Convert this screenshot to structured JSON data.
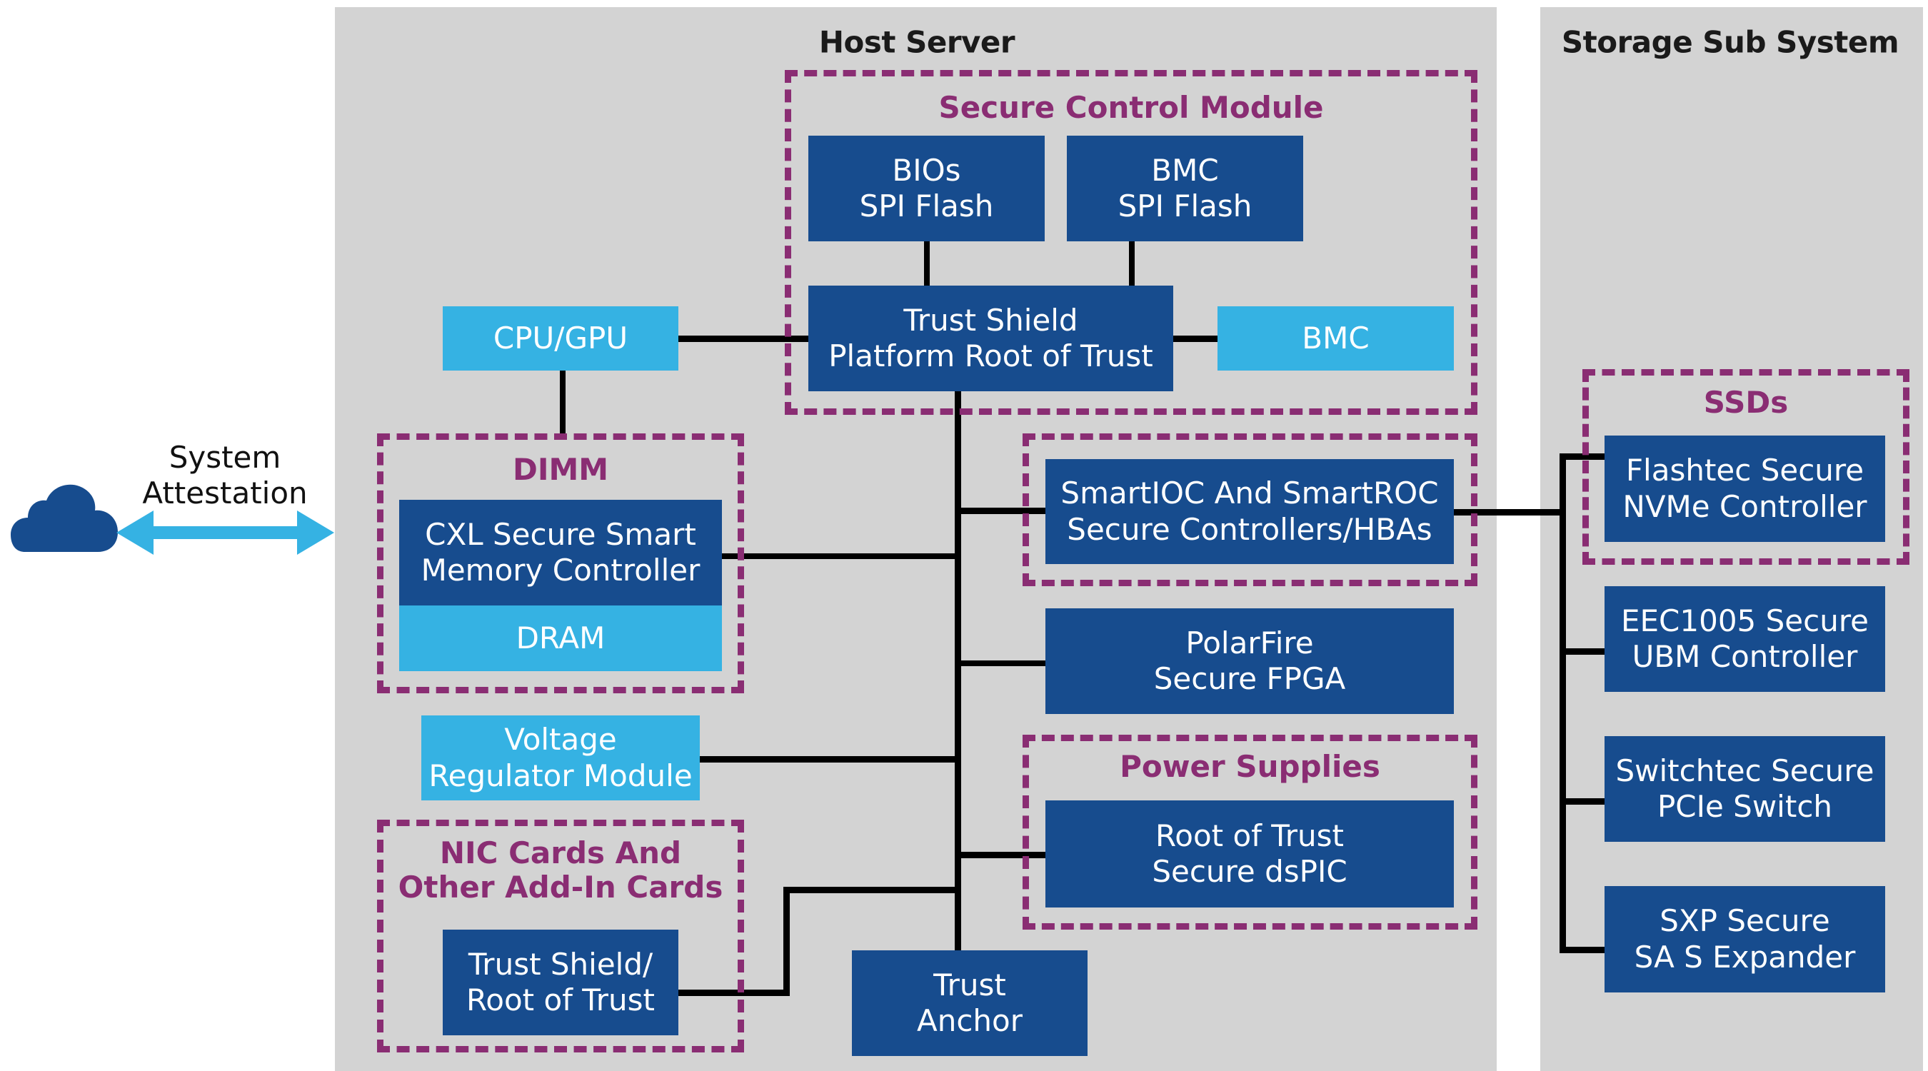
{
  "colors": {
    "panel_bg": "#d3d3d3",
    "dark_blue": "#174c8e",
    "light_blue": "#35b2e3",
    "group_purple": "#8a2d73",
    "connector": "#000000"
  },
  "external": {
    "cloud_icon": "cloud-icon",
    "arrow_icon": "double-arrow-icon",
    "attestation_label": "System\nAttestation"
  },
  "host_server": {
    "title": "Host Server",
    "secure_control_module": {
      "label": "Secure Control Module",
      "bios_flash": "BIOs\nSPI Flash",
      "bmc_flash": "BMC\nSPI Flash",
      "platform_rot": "Trust Shield\nPlatform Root of Trust",
      "bmc": "BMC"
    },
    "cpu_gpu": "CPU/GPU",
    "dimm": {
      "label": "DIMM",
      "cxl_controller": "CXL Secure Smart\nMemory Controller",
      "dram": "DRAM"
    },
    "vrm": "Voltage\nRegulator Module",
    "nic": {
      "label": "NIC Cards And\nOther Add-In Cards",
      "rot": "Trust Shield/\nRoot of Trust"
    },
    "trust_anchor": "Trust\nAnchor",
    "smartioc": {
      "label": "SmartIOC And SmartROC\nSecure Controllers/HBAs"
    },
    "polarfire": "PolarFire\nSecure FPGA",
    "power_supplies": {
      "label": "Power Supplies",
      "dspic": "Root of Trust\nSecure dsPIC"
    }
  },
  "storage": {
    "title": "Storage Sub System",
    "ssds": {
      "label": "SSDs",
      "flashtec": "Flashtec Secure\nNVMe Controller"
    },
    "eec1005": "EEC1005 Secure\nUBM Controller",
    "switchtec": "Switchtec Secure\nPCIe Switch",
    "sxp": "SXP Secure\nSA S Expander"
  }
}
